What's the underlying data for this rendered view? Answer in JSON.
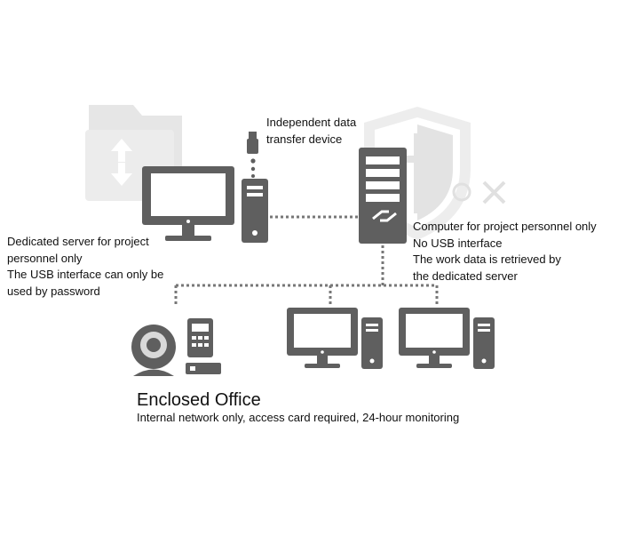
{
  "labels": {
    "transfer_device": [
      "Independent data",
      "transfer device"
    ],
    "dedicated_server": [
      "Dedicated server for project",
      "personnel only",
      "The USB interface can only be",
      "used by password"
    ],
    "project_computer": [
      "Computer for project personnel only",
      "No USB interface",
      "The work data is retrieved by",
      "the dedicated server"
    ]
  },
  "office": {
    "title": "Enclosed Office",
    "subtitle": "Internal network only, access card required, 24-hour monitoring"
  },
  "colors": {
    "device": "#5f5f5f",
    "device_light": "#d9d9d9",
    "connector": "#777777",
    "background_icon": "#e6e6e6"
  },
  "icons": [
    "folder-sync-icon",
    "shield-icon",
    "usb-drive-icon",
    "monitor-icon",
    "tower-pc-icon",
    "server-icon",
    "webcam-icon",
    "access-card-reader-icon",
    "card-icon"
  ]
}
